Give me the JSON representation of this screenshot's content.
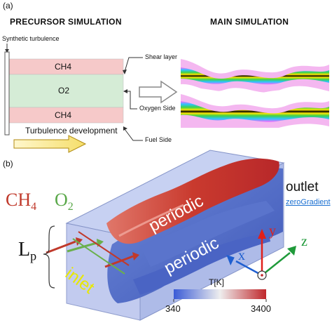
{
  "panel_a": {
    "label": "(a)",
    "precursor_title": "PRECURSOR SIMULATION",
    "main_title": "MAIN SIMULATION",
    "synthetic_turbulence": "Synthetic turbulence",
    "layers": [
      "CH4",
      "O2",
      "CH4"
    ],
    "shear_layer": "Shear layer",
    "oxygen_side": "Oxygen Side",
    "fuel_side": "Fuel Side",
    "turbulence_development": "Turbulence development"
  },
  "panel_b": {
    "label": "(b)",
    "species_ch4_base": "CH",
    "species_ch4_sub": "4",
    "species_o2_base": "O",
    "species_o2_sub": "2",
    "lp_base": "L",
    "lp_sub": "p",
    "inlet": "inlet",
    "periodic_top": "periodic",
    "periodic_side": "periodic",
    "outlet": "outlet",
    "zero_gradient": "zeroGradient",
    "axis_x": "x",
    "axis_y": "y",
    "axis_z": "z",
    "colorbar_title": "T[K]",
    "colorbar_min": "340",
    "colorbar_max": "3400"
  },
  "colors": {
    "ch4_band": "#f6c9c9",
    "o2_band": "#d5ecd6",
    "ch4_text": "#c0392b",
    "o2_text": "#5aa84a",
    "inlet_text": "#e8e800",
    "axis_x": "#1f5fd0",
    "axis_y": "#e0201a",
    "axis_z": "#1f9a3a",
    "link": "#1a6fd1"
  }
}
